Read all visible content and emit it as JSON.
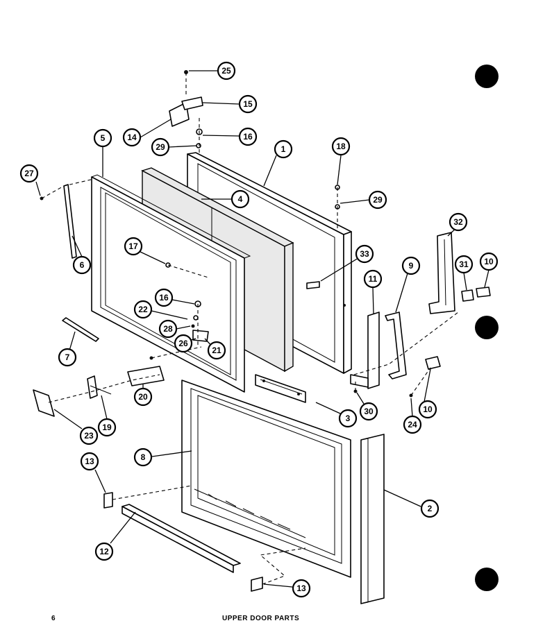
{
  "page": {
    "number": "6",
    "title": "UPPER DOOR PARTS"
  },
  "callouts": [
    "1",
    "2",
    "3",
    "4",
    "5",
    "6",
    "7",
    "8",
    "9",
    "10",
    "10",
    "11",
    "12",
    "13",
    "13",
    "14",
    "15",
    "16",
    "16",
    "17",
    "18",
    "19",
    "20",
    "21",
    "22",
    "23",
    "24",
    "25",
    "26",
    "27",
    "28",
    "29",
    "29",
    "30",
    "31",
    "32",
    "33"
  ],
  "colors": {
    "ink": "#000000",
    "paper": "#ffffff",
    "foam": "#e9e9e9"
  },
  "punch_holes": 3
}
